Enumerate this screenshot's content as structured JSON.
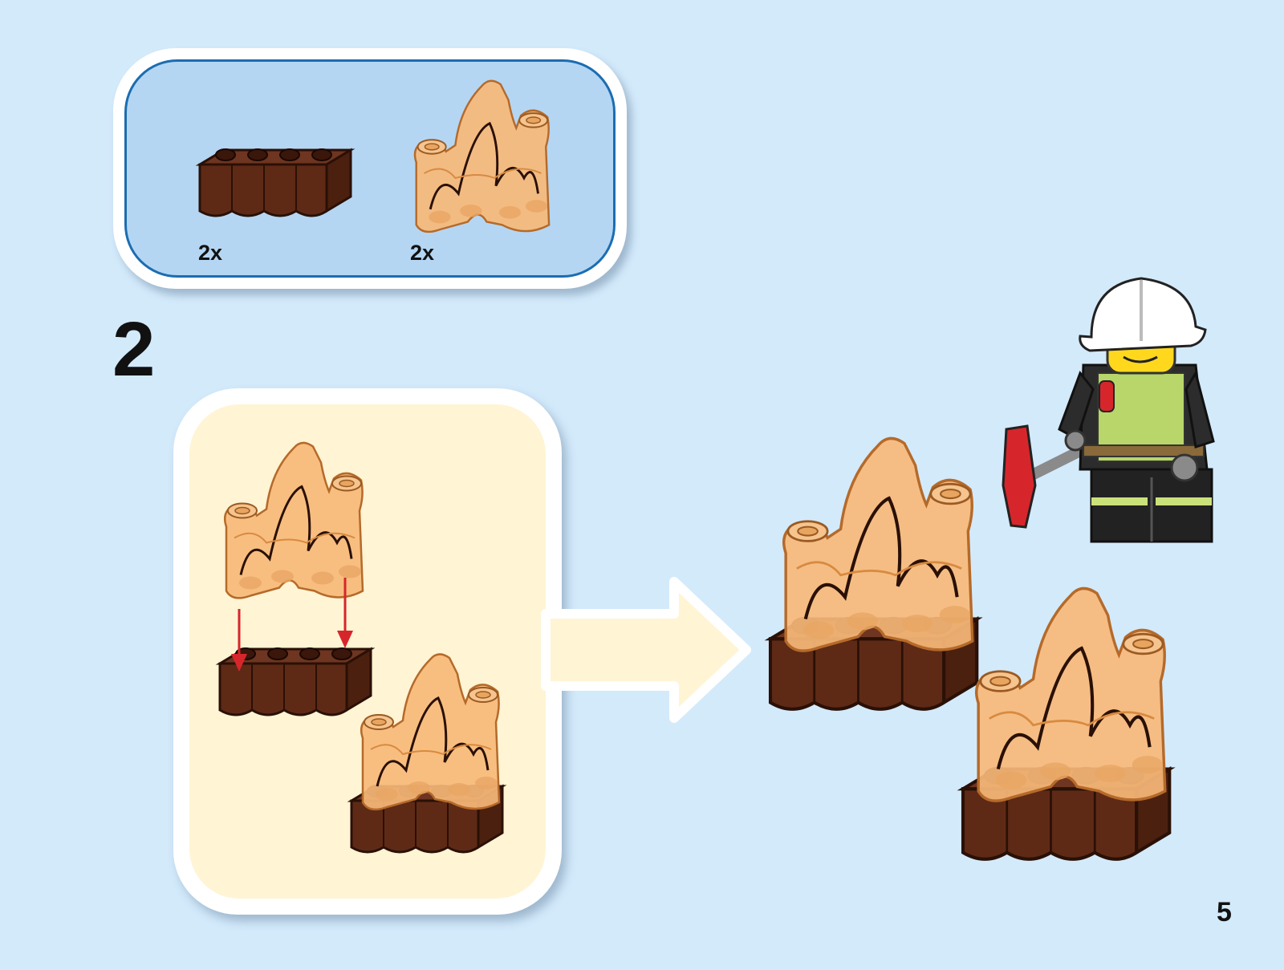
{
  "parts_list": {
    "items": [
      {
        "icon": "brick-1x4-reddish-brown-icon",
        "quantity": "2x"
      },
      {
        "icon": "flame-element-trans-orange-icon",
        "quantity": "2x"
      }
    ]
  },
  "step": {
    "number": "2"
  },
  "page": {
    "number": "5"
  },
  "colors": {
    "background": "#d3eafb",
    "parts_panel_fill": "#b4d6f3",
    "parts_panel_border": "#1b6db1",
    "callout_fill": "#fff4d4",
    "brick": "#5e2a16",
    "flame": "#f5b06a",
    "arrow_red": "#d6262c"
  }
}
